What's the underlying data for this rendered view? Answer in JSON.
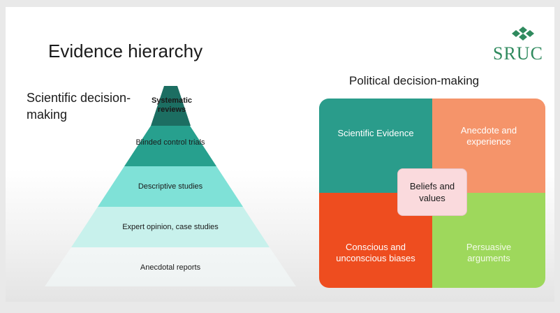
{
  "slide": {
    "title": "Evidence hierarchy",
    "logo_text": "SRUC"
  },
  "scientific": {
    "label": "Scientific decision-making",
    "tiers": [
      {
        "label": "Systematic reviews",
        "color": "#1c6e62"
      },
      {
        "label": "Blinded control trials",
        "color": "#27a08e"
      },
      {
        "label": "Descriptive studies",
        "color": "#7fe1d7"
      },
      {
        "label": "Expert opinion, case studies",
        "color": "#c8f1ec"
      },
      {
        "label": "Anecdotal reports",
        "color": "#f7fbfb"
      }
    ]
  },
  "political": {
    "title": "Political decision-making",
    "quadrants": [
      {
        "label": "Scientific Evidence",
        "color": "#2a9c8b"
      },
      {
        "label": "Anecdote and experience",
        "color": "#f5946a"
      },
      {
        "label": "Conscious and unconscious biases",
        "color": "#ee4d1f"
      },
      {
        "label": "Persuasive arguments",
        "color": "#9ed85c"
      }
    ],
    "center": "Beliefs and values"
  }
}
